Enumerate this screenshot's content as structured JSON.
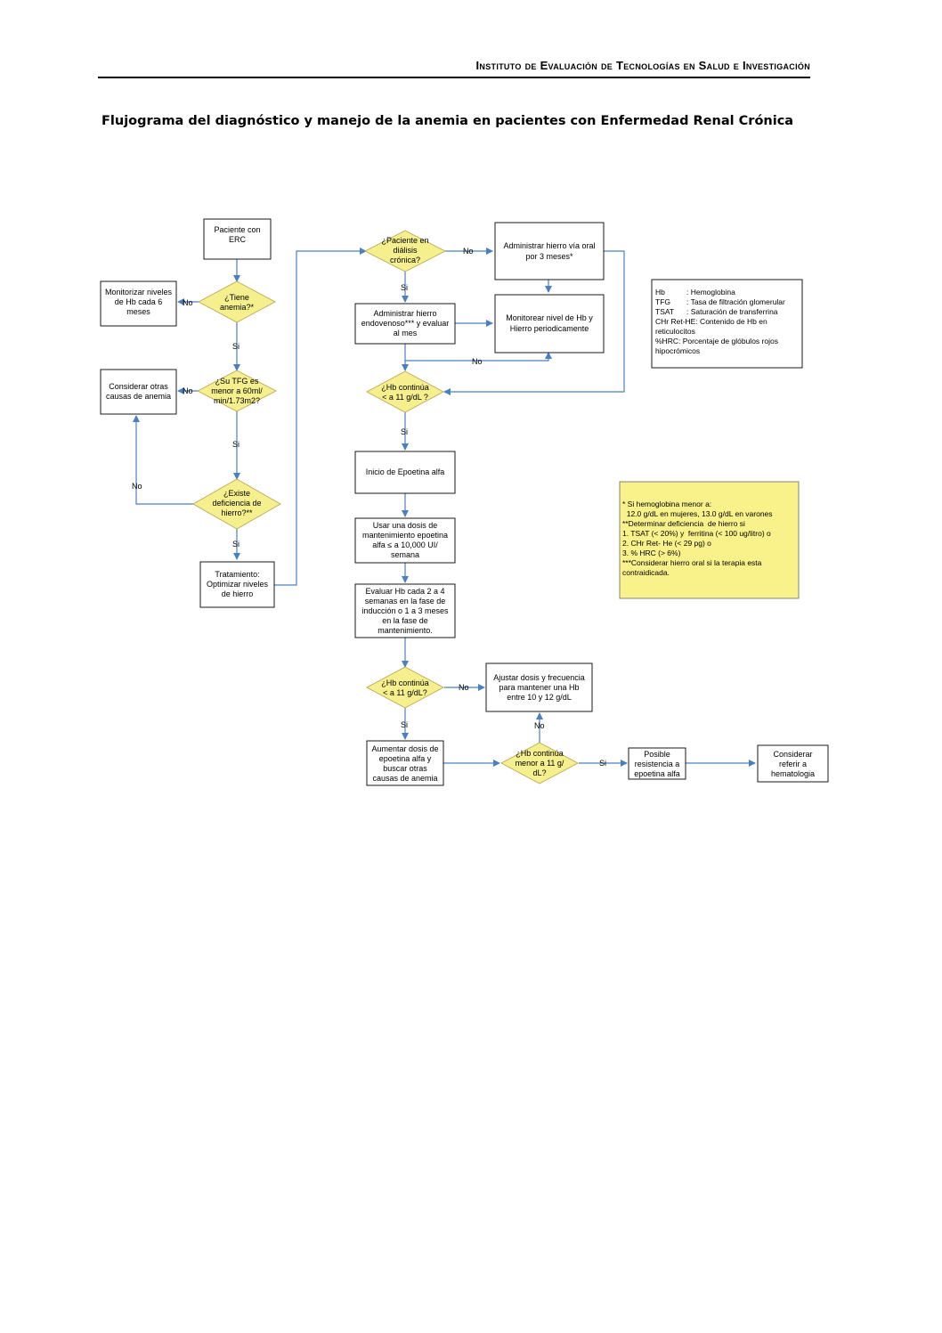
{
  "header": {
    "institute": "Instituto de Evaluación de Tecnologías en Salud e Investigación"
  },
  "title": "Flujograma del diagnóstico y manejo de la anemia en pacientes con Enfermedad Renal Crónica",
  "nodes": {
    "n1": [
      "Paciente con",
      "ERC"
    ],
    "d1": [
      "¿Tiene",
      "anemia?*"
    ],
    "n_monitor": [
      "Monitorizar niveles",
      "de Hb cada 6",
      "meses"
    ],
    "d2": [
      "¿Su TFG es",
      "menor a 60ml/",
      "min/1.73m2?"
    ],
    "n_otras": [
      "Considerar otras",
      "causas de anemia"
    ],
    "d3": [
      "¿Existe",
      "deficiencia de",
      "hierro?**"
    ],
    "n_trat": [
      "Tratamiento:",
      "Optimizar niveles",
      "de hierro"
    ],
    "d4": [
      "¿Paciente en",
      "diálisis",
      "crónica?"
    ],
    "n_oral": [
      "Administrar hierro vía oral",
      "por 3 meses*"
    ],
    "n_ev": [
      "Administrar hierro",
      "endovenoso*** y evaluar",
      "al mes"
    ],
    "n_monHb": [
      "Monitorear nivel de Hb y",
      "Hierro periodicamente"
    ],
    "d5": [
      "¿Hb continúa",
      "< a 11 g/dL ?"
    ],
    "n_epo": [
      "Inicio de Epoetina alfa"
    ],
    "n_mant": [
      "Usar una dosis de",
      "mantenimiento epoetina",
      "alfa ≤ a 10,000 UI/",
      "semana"
    ],
    "n_eval": [
      "Evaluar Hb cada 2 a 4",
      "semanas en la fase de",
      "inducción o 1 a 3 meses",
      "en la fase de",
      "mantenimiento."
    ],
    "d6": [
      "¿Hb continúa",
      "< a 11 g/dL?"
    ],
    "n_ajust": [
      "Ajustar dosis y frecuencia",
      "para mantener una Hb",
      "entre 10 y 12 g/dL"
    ],
    "n_aument": [
      "Aumentar dosis de",
      "epoetina alfa y",
      "buscar otras",
      "causas de anemia"
    ],
    "d7": [
      "¿Hb continúa",
      "menor a 11 g/",
      "dL?"
    ],
    "n_resist": [
      "Posible",
      "resistencia a",
      "epoetina alfa"
    ],
    "n_hemat": [
      "Considerar",
      "referir a",
      "hematologia"
    ]
  },
  "edge_labels": {
    "d1_no": "No",
    "d1_si": "Si",
    "d2_no": "No",
    "d2_si": "Si",
    "d3_no": "No",
    "d3_si": "Si",
    "d4_no": "No",
    "d4_si": "Si",
    "monHb_no": "No",
    "d5_si": "Si",
    "d6_no": "No",
    "d6_si": "Si",
    "d7_no": "No",
    "d7_si": "Si"
  },
  "legend": [
    [
      "Hb",
      ": Hemoglobina"
    ],
    [
      "TFG",
      ": Tasa de filtración glomerular"
    ],
    [
      "TSAT",
      ": Saturación de transferrina"
    ],
    [
      "CHr Ret-HE: Contenido de Hb en",
      ""
    ],
    [
      "reticulocitos",
      ""
    ],
    [
      "%HRC: Porcentaje de glóbulos rojos",
      ""
    ],
    [
      "hipocrómicos",
      ""
    ]
  ],
  "notes": [
    "* Si hemoglobina menor a:",
    "  12.0 g/dL en mujeres, 13.0 g/dL en varones",
    "**Determinar deficiencia  de hierro si",
    "1. TSAT (< 20%) y  ferritina (< 100 ug/litro) o",
    "2. CHr Ret- He (< 29 pg) o",
    "3. % HRC (> 6%)",
    "***Considerar hierro oral si la terapia esta",
    "contraidicada."
  ],
  "colors": {
    "decision_fill": "#f5ef8e",
    "connector": "#4a7fc0",
    "note_fill": "#f9f18a"
  }
}
